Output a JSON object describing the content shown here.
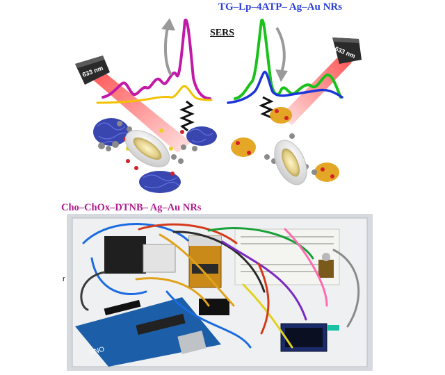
{
  "labels": {
    "tg_probe": "TG–Lp–4ATP– Ag–Au NRs",
    "sers": "SERS",
    "cho_probe": "Cho–ChOx–DTNB– Ag–Au NRs",
    "laser_left": "633 nm",
    "laser_right": "633 nm",
    "stray_mark": "r"
  },
  "colors": {
    "tg_label": "#2b3fd6",
    "cho_label": "#b01e8c",
    "spectrum_magenta": "#c21aa8",
    "spectrum_yellow": "#f2c200",
    "spectrum_green": "#18c21a",
    "spectrum_blue": "#1c34d8",
    "laser_beam": "#ff2a2a",
    "arrow_gray": "#9a9a9a"
  },
  "icons": {
    "laser_left": "laser-head-icon",
    "laser_right": "laser-head-icon",
    "arrow_up": "arrow-up-icon",
    "arrow_down": "arrow-down-icon",
    "circuit": "arduino-circuit-photo"
  }
}
